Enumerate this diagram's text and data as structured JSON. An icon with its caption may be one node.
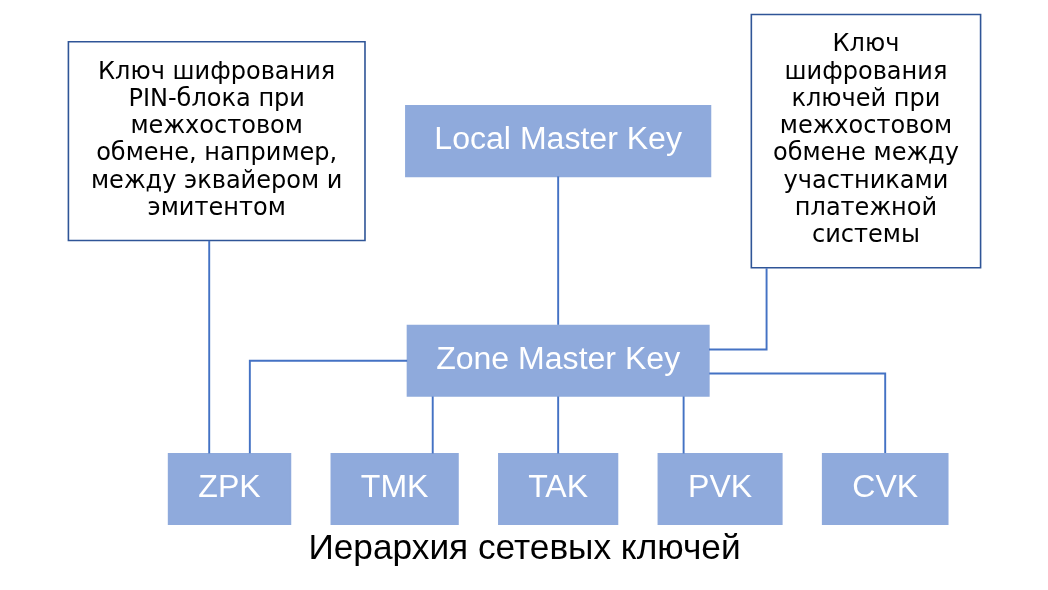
{
  "diagram": {
    "caption": "Иерархия сетевых ключей",
    "nodes": [
      {
        "text": [
          "Ключ шифрования PIN-блока при межхостовом обмене, например, между эквайером и эмитентом"
        ]
      },
      {
        "text": [
          "Local Master Key"
        ]
      },
      {
        "text": [
          "Zone Master Key"
        ]
      },
      {
        "text": [
          "Ключ шифрования ключей при межхостовом обмене между участниками платежной системы"
        ]
      },
      {
        "text": [
          "ZPK"
        ]
      },
      {
        "text": [
          "TMK"
        ]
      },
      {
        "text": [
          "TAK"
        ]
      },
      {
        "text": [
          "PVK"
        ]
      },
      {
        "text": [
          "CVK"
        ]
      }
    ],
    "edges": [
      {
        "from": 1,
        "to": 2,
        "arrow": "none"
      },
      {
        "from": 2,
        "to": 4,
        "arrow": "none"
      },
      {
        "from": 2,
        "to": 5,
        "arrow": "none"
      },
      {
        "from": 2,
        "to": 6,
        "arrow": "none"
      },
      {
        "from": 2,
        "to": 7,
        "arrow": "none"
      },
      {
        "from": 2,
        "to": 8,
        "arrow": "none"
      },
      {
        "from": 0,
        "to": 4,
        "arrow": "none"
      },
      {
        "from": 3,
        "to": 2,
        "arrow": "none"
      }
    ]
  }
}
